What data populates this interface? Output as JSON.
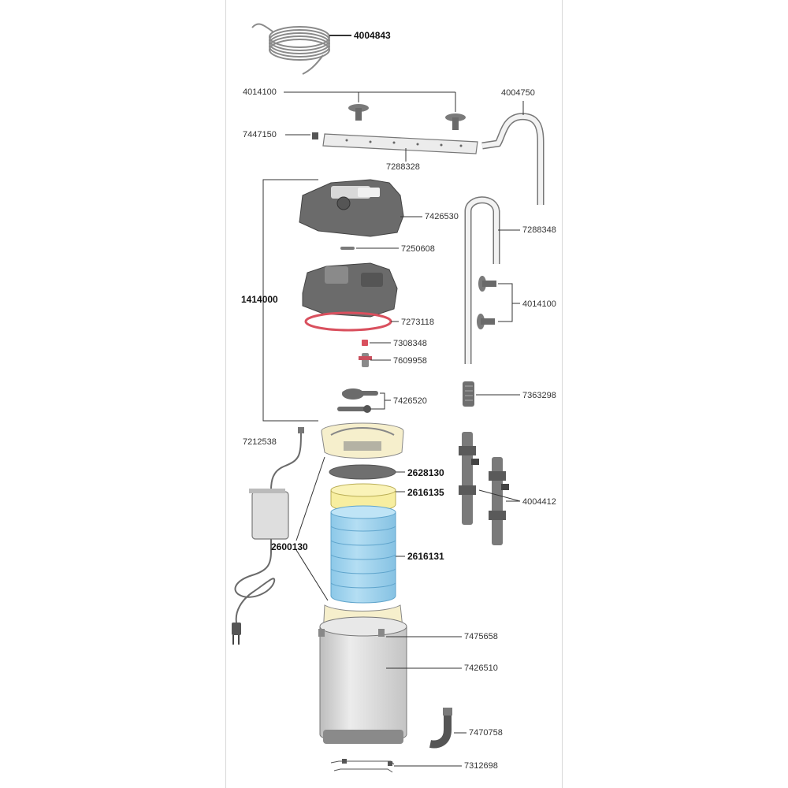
{
  "colors": {
    "line": "#333333",
    "part_gray": "#6b6b6b",
    "part_light": "#d9d9d9",
    "oring_red": "#d9505e",
    "cream": "#f6efcc",
    "yellow_pad": "#f7eea0",
    "blue_sponge": "#9fd3ee",
    "dark_pad": "#6f6f6f",
    "canister": "#dcdcdc"
  },
  "labels": {
    "p4004843": "4004843",
    "p4014100_top": "4014100",
    "p4004750": "4004750",
    "p7447150": "7447150",
    "p7288328": "7288328",
    "p7426530": "7426530",
    "p1414000": "1414000",
    "p7288348": "7288348",
    "p7250608": "7250608",
    "p4014100_right": "4014100",
    "p7273118": "7273118",
    "p7308348": "7308348",
    "p7609958": "7609958",
    "p7426520": "7426520",
    "p7363298": "7363298",
    "p7212538": "7212538",
    "p2628130": "2628130",
    "p2616135": "2616135",
    "p4004412": "4004412",
    "p2600130": "2600130",
    "p2616131": "2616131",
    "p7475658": "7475658",
    "p7426510": "7426510",
    "p7470758": "7470758",
    "p7312698": "7312698"
  }
}
